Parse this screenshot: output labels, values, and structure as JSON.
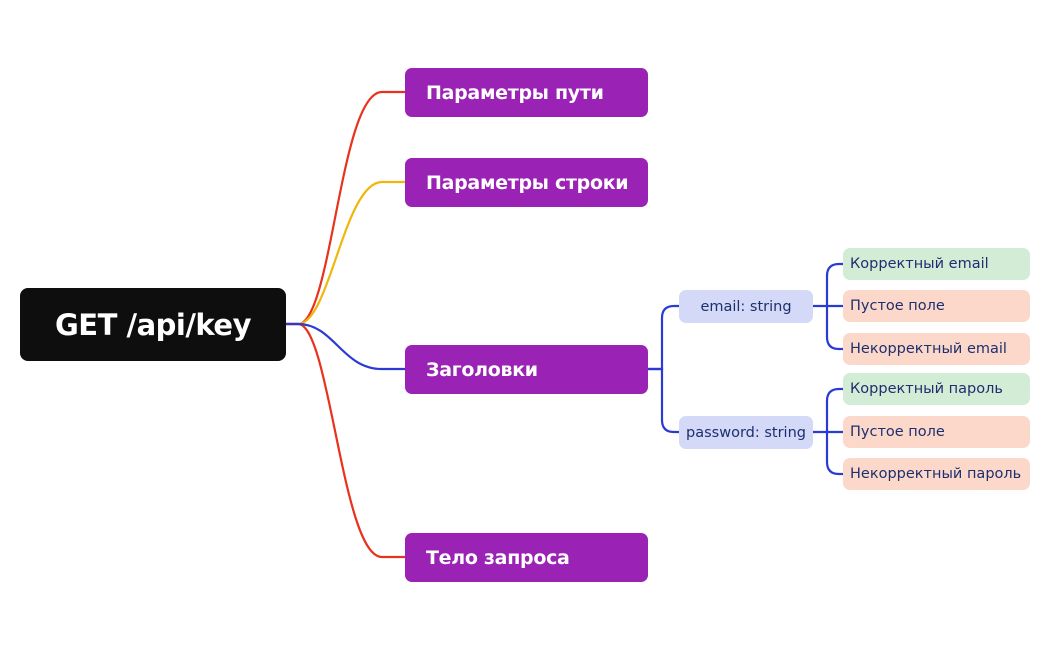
{
  "colors": {
    "root_bg": "#0e0e0e",
    "root_text": "#ffffff",
    "branch_bg": "#9a22b4",
    "branch_text": "#ffffff",
    "field_bg": "#d3d9f6",
    "field_text": "#1d2f6e",
    "leaf_text": "#1d2f6e",
    "leaf_valid_bg": "#d3ecd6",
    "leaf_invalid_bg": "#fcd8cb",
    "line_red": "#e8321d",
    "line_yellow": "#efb60b",
    "line_blue": "#2a3bd4"
  },
  "root": {
    "label": "GET /api/key"
  },
  "branches": [
    {
      "label": "Параметры пути",
      "line_color": "red"
    },
    {
      "label": "Параметры строки",
      "line_color": "yellow"
    },
    {
      "label": "Заголовки",
      "line_color": "blue"
    },
    {
      "label": "Тело запроса",
      "line_color": "red"
    }
  ],
  "fields": [
    {
      "label": "email: string",
      "cases": [
        {
          "label": "Корректный email",
          "kind": "valid"
        },
        {
          "label": "Пустое поле",
          "kind": "invalid"
        },
        {
          "label": "Некорректный email",
          "kind": "invalid"
        }
      ]
    },
    {
      "label": "password: string",
      "cases": [
        {
          "label": "Корректный пароль",
          "kind": "valid"
        },
        {
          "label": "Пустое поле",
          "kind": "invalid"
        },
        {
          "label": "Некорректный пароль",
          "kind": "invalid"
        }
      ]
    }
  ]
}
